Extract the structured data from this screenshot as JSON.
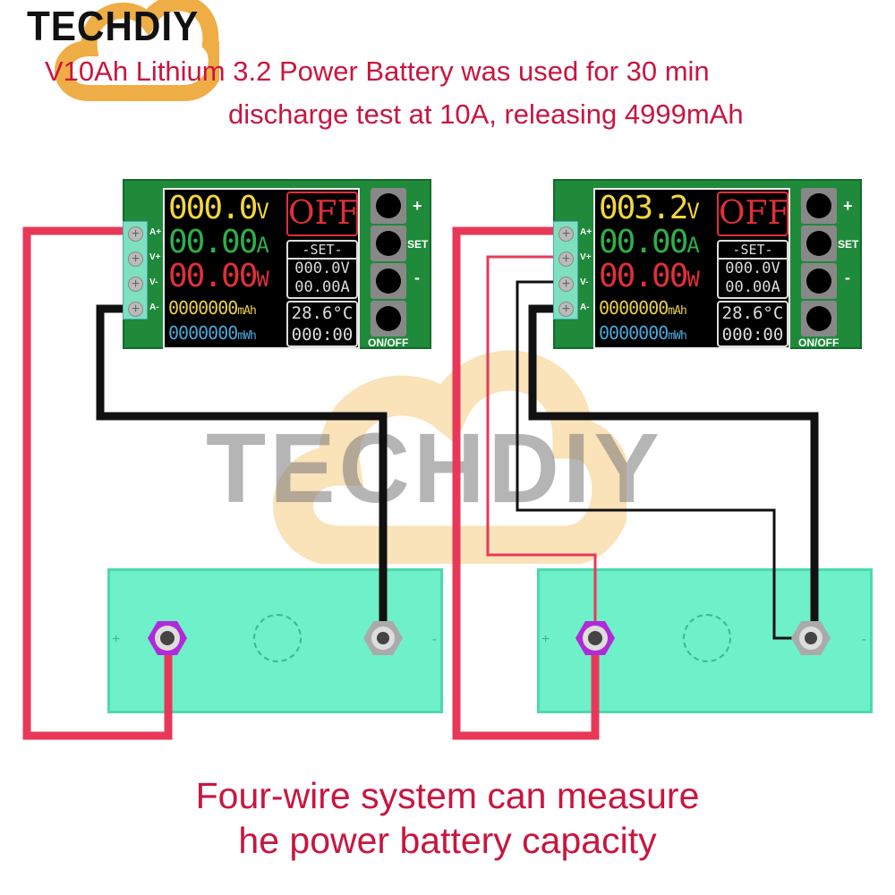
{
  "logo": {
    "text": "TECHDIY"
  },
  "watermark": {
    "text": "TECHDIY"
  },
  "headline": {
    "line1": "V10Ah Lithium 3.2 Power Battery was used for 30 min",
    "line2": "discharge test at 10A, releasing 4999mAh"
  },
  "footer": {
    "line1": "Four-wire system can measure",
    "line2": "he power battery capacity"
  },
  "colors": {
    "accent": "#c8163f",
    "voltage": "#f2d640",
    "current": "#2fae4a",
    "power": "#e0303a",
    "board": "#1f8a3a",
    "battery": "#6ef0c8"
  },
  "modules": [
    {
      "voltage": "000.0",
      "v_unit": "V",
      "current": "00.00",
      "a_unit": "A",
      "power": "00.00",
      "w_unit": "W",
      "mah": "0000000",
      "mah_unit": "mAh",
      "mwh": "0000000",
      "mwh_unit": "mWh",
      "state": "OFF",
      "set_label": "-SET-",
      "set_v": "000.0V",
      "set_a": "00.00A",
      "temp": "28.6°C",
      "time": "000:00",
      "pins": [
        "A+",
        "V+",
        "V-",
        "A-"
      ],
      "buttons": [
        "+",
        "SET",
        "-",
        "ON/OFF"
      ]
    },
    {
      "voltage": "003.2",
      "v_unit": "V",
      "current": "00.00",
      "a_unit": "A",
      "power": "00.00",
      "w_unit": "W",
      "mah": "0000000",
      "mah_unit": "mAh",
      "mwh": "0000000",
      "mwh_unit": "mWh",
      "state": "OFF",
      "set_label": "-SET-",
      "set_v": "000.0V",
      "set_a": "00.00A",
      "temp": "28.6°C",
      "time": "000:00",
      "pins": [
        "A+",
        "V+",
        "V-",
        "A-"
      ],
      "buttons": [
        "+",
        "SET",
        "-",
        "ON/OFF"
      ]
    }
  ],
  "battery": {
    "plus": "+",
    "minus": "-"
  }
}
